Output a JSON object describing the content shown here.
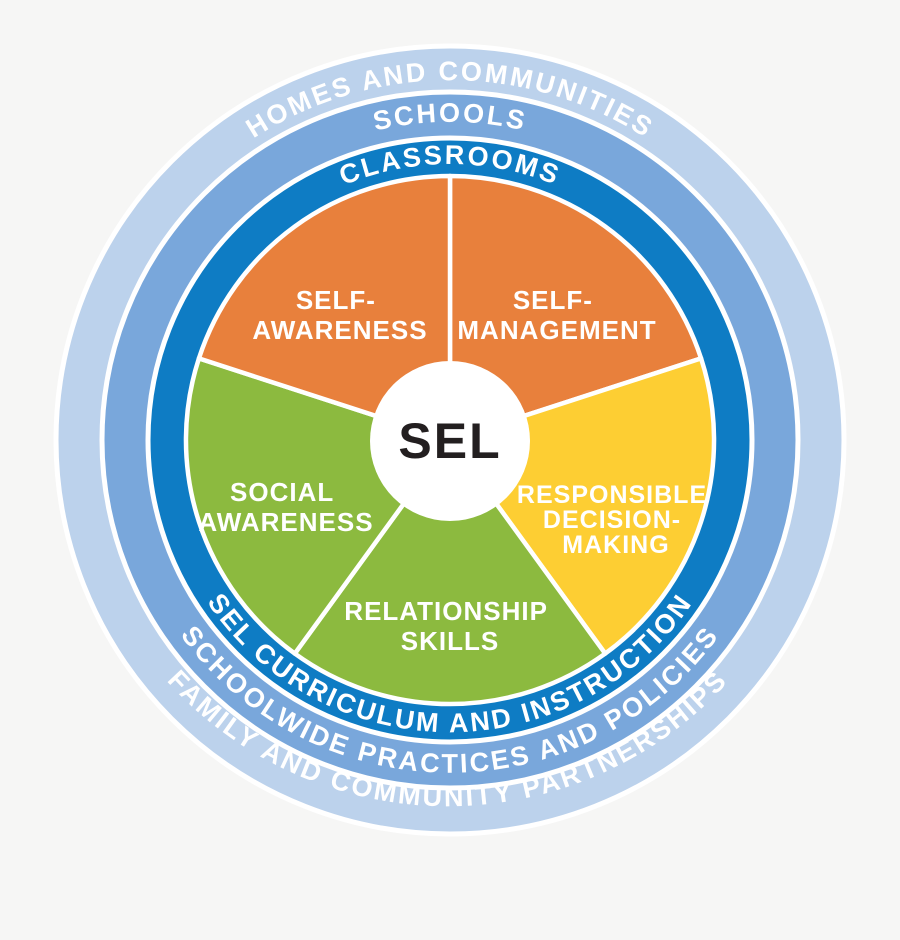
{
  "diagram_title": "SEL wheel",
  "colors": {
    "background": "#f6f6f5",
    "ring_outer": "#bcd2ec",
    "ring_middle": "#79a7db",
    "ring_inner": "#0e7cc4",
    "divider": "#ffffff",
    "orange": "#e8803c",
    "yellow": "#fdce33",
    "green": "#8cba3f",
    "center_bg": "#ffffff",
    "center_text": "#231f20",
    "label_text": "#ffffff"
  },
  "rings": {
    "outer": {
      "top_label": "HOMES AND COMMUNITIES",
      "bottom_label": "FAMILY AND COMMUNITY PARTNERSHIPS"
    },
    "middle": {
      "top_label": "SCHOOLS",
      "bottom_label": "SCHOOLWIDE PRACTICES AND POLICIES"
    },
    "inner": {
      "top_label": "CLASSROOMS",
      "bottom_label": "SEL CURRICULUM AND INSTRUCTION"
    }
  },
  "center": {
    "label": "SEL"
  },
  "competencies": [
    {
      "name": "Self-Management",
      "lines": [
        "SELF-",
        "MANAGEMENT"
      ],
      "color": "#e8803c"
    },
    {
      "name": "Responsible Decision-Making",
      "lines": [
        "RESPONSIBLE",
        "DECISION-",
        "MAKING"
      ],
      "color": "#fdce33"
    },
    {
      "name": "Relationship Skills",
      "lines": [
        "RELATIONSHIP",
        "SKILLS"
      ],
      "color": "#8cba3f"
    },
    {
      "name": "Social Awareness",
      "lines": [
        "SOCIAL",
        "AWARENESS"
      ],
      "color": "#8cba3f"
    },
    {
      "name": "Self-Awareness",
      "lines": [
        "SELF-",
        "AWARENESS"
      ],
      "color": "#e8803c"
    }
  ]
}
